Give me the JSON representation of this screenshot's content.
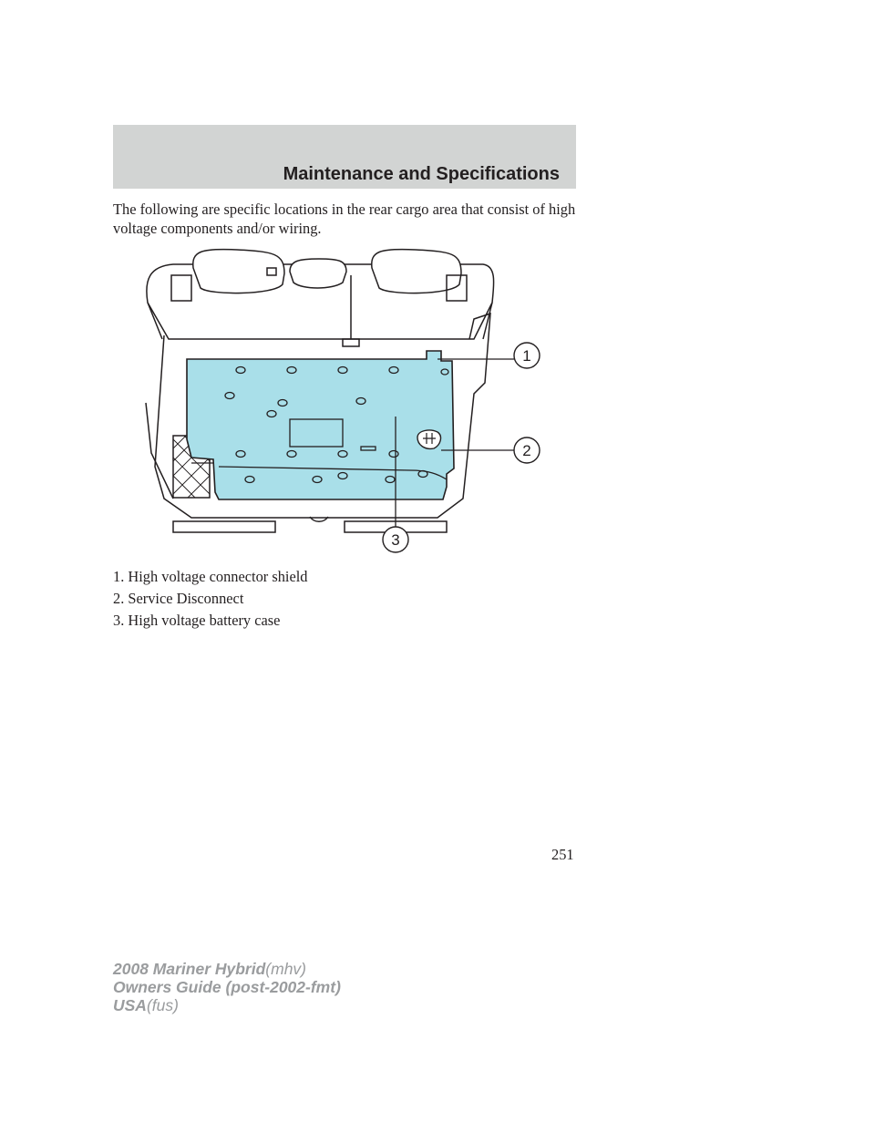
{
  "header": {
    "section_title": "Maintenance and Specifications"
  },
  "intro_text": "The following are specific locations in the rear cargo area that consist of high voltage components and/or wiring.",
  "figure": {
    "callouts": [
      "1",
      "2",
      "3"
    ],
    "colors": {
      "battery_fill": "#a9dfe9",
      "line": "#231f20"
    }
  },
  "legend": [
    "1. High voltage connector shield",
    "2. Service Disconnect",
    "3. High voltage battery case"
  ],
  "page_number": "251",
  "footer": [
    {
      "strong": "2008 Mariner Hybrid",
      "light": "(mhv)"
    },
    {
      "strong": "Owners Guide (post-2002-fmt)",
      "light": ""
    },
    {
      "strong": "USA",
      "light": "(fus)"
    }
  ]
}
